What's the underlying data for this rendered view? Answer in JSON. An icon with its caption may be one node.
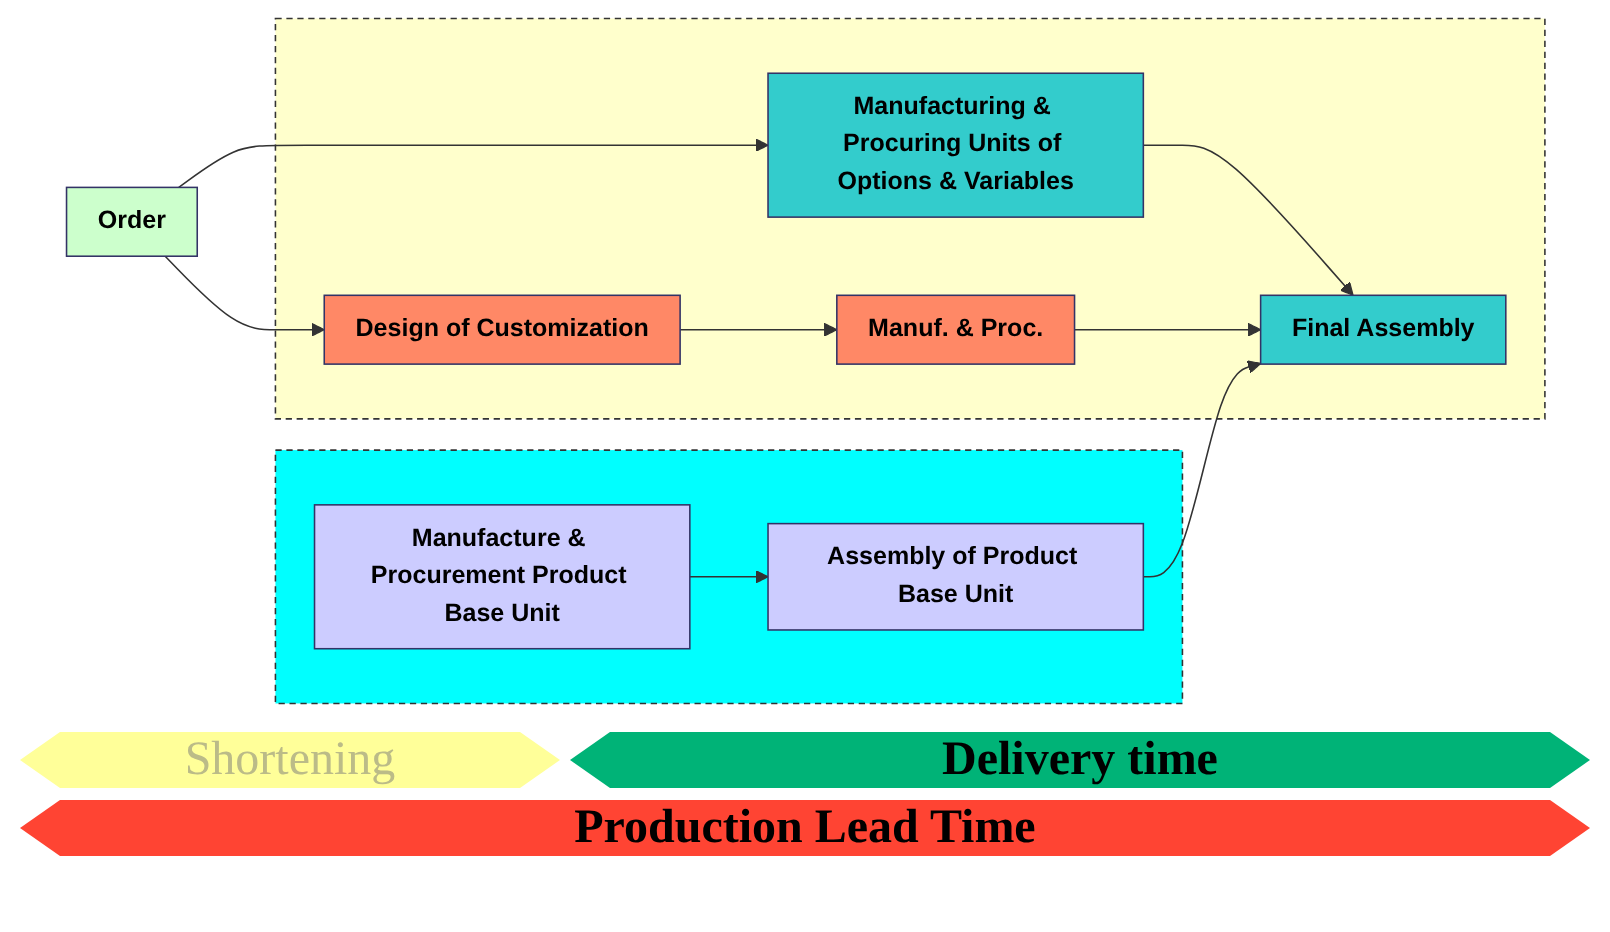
{
  "diagram": {
    "nodes": [
      {
        "text": [
          "Order"
        ]
      },
      {
        "text": [],
        "shape": "box"
      },
      {
        "text": [
          "Manufacturing & Procuring Units of Options & Variables"
        ],
        "in": 1
      },
      {
        "text": [
          "Design of Customization"
        ],
        "in": 1
      },
      {
        "text": [
          "Manuf. & Proc."
        ],
        "in": 1
      },
      {
        "text": [
          "Final Assembly"
        ],
        "in": 1
      },
      {
        "text": [],
        "shape": "box"
      },
      {
        "text": [
          "Manufacture & Procurement Product Base Unit"
        ],
        "in": 6
      },
      {
        "text": [
          "Assembly of Product Base Unit"
        ],
        "in": 6
      }
    ],
    "edges": [
      {
        "from": 0,
        "to": 2,
        "arrow": "to"
      },
      {
        "from": 0,
        "to": 3,
        "arrow": "to"
      },
      {
        "from": 3,
        "to": 4,
        "arrow": "to"
      },
      {
        "from": 7,
        "to": 8,
        "arrow": "to"
      },
      {
        "from": 2,
        "to": 5,
        "arrow": "to"
      },
      {
        "from": 4,
        "to": 5,
        "arrow": "to"
      },
      {
        "from": 8,
        "to": 5,
        "arrow": "to"
      }
    ],
    "labels": [
      "Shortening",
      "Delivery time",
      "Production Lead Time"
    ]
  }
}
